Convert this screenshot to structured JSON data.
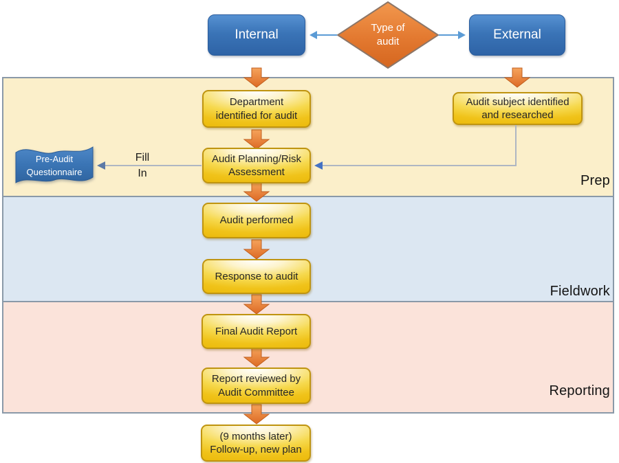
{
  "diagram": {
    "type": "flowchart",
    "topic": "Audit process"
  },
  "decision": {
    "label": "Type of audit"
  },
  "branches": {
    "internal": "Internal",
    "external": "External"
  },
  "bands": [
    {
      "label": "Prep",
      "color": "#fbefca"
    },
    {
      "label": "Fieldwork",
      "color": "#dce7f2"
    },
    {
      "label": "Reporting",
      "color": "#fbe3da"
    }
  ],
  "nodes": {
    "department": "Department identified for audit",
    "subject": "Audit subject identified and researched",
    "planning": "Audit Planning/Risk Assessment",
    "questionnaire": "Pre-Audit Questionnaire",
    "performed": "Audit performed",
    "response": "Response to audit",
    "final_report": "Final Audit Report",
    "reviewed": "Report reviewed by Audit Committee",
    "follow_up_line1": "(9 months later)",
    "follow_up_line2": "Follow-up, new plan"
  },
  "connectors": {
    "fill_in_line1": "Fill",
    "fill_in_line2": "In"
  },
  "colors": {
    "band_prep": "#fbefca",
    "band_fieldwork": "#dce7f2",
    "band_reporting": "#fbe3da",
    "band_border": "#8a99a8",
    "node_gold_fill": "#f0c31a",
    "node_gold_border": "#bf9410",
    "node_blue": "#3a74b7",
    "diamond_orange": "#e07a2e",
    "arrow_orange": "#ed8a3f",
    "arrow_blue": "#5b9bd5",
    "connector_gray": "#aeb6c2",
    "connector_head_navy": "#4472c4",
    "text_dark": "#262626",
    "text_white": "#ffffff"
  }
}
